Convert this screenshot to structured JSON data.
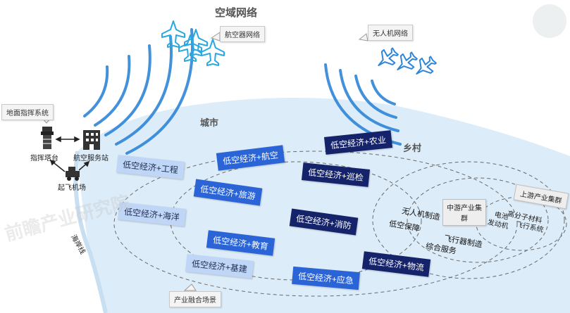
{
  "airspace": {
    "title": "空域网络",
    "aviation_network": "航空器网络",
    "drone_network": "无人机网络"
  },
  "ground": {
    "command_system": "地面指挥系统",
    "control_tower": "指挥塔台",
    "service_station": "航空服务站",
    "airfield": "起飞机场",
    "coastline": "海岸线"
  },
  "zones": {
    "city": "城市",
    "village": "乡村"
  },
  "scenarios": [
    {
      "label": "低空经济+农业",
      "style": "dark"
    },
    {
      "label": "低空经济+航空",
      "style": "blue"
    },
    {
      "label": "低空经济+巡检",
      "style": "dark"
    },
    {
      "label": "低空经济+工程",
      "style": "light"
    },
    {
      "label": "低空经济+旅游",
      "style": "blue"
    },
    {
      "label": "低空经济+海洋",
      "style": "light"
    },
    {
      "label": "低空经济+消防",
      "style": "dark"
    },
    {
      "label": "低空经济+教育",
      "style": "blue"
    },
    {
      "label": "低空经济+基建",
      "style": "light"
    },
    {
      "label": "低空经济+物流",
      "style": "dark"
    },
    {
      "label": "低空经济+应急",
      "style": "blue"
    }
  ],
  "industry": {
    "midstream": [
      "中游产业集群",
      "无人机制造",
      "低空保障",
      "飞行器制造",
      "综合服务"
    ],
    "upstream": [
      "上游产业集群",
      "电池",
      "发动机",
      "高分子材料",
      "飞行系统"
    ]
  },
  "scene_label": "产业融合场景",
  "watermark": "前瞻产业研究院",
  "colors": {
    "land": "#dcecf8",
    "dark_tag": "#15236b",
    "blue_tag": "#2a64d6",
    "light_tag": "#bfd6f6",
    "signal": "#2f86d8"
  }
}
